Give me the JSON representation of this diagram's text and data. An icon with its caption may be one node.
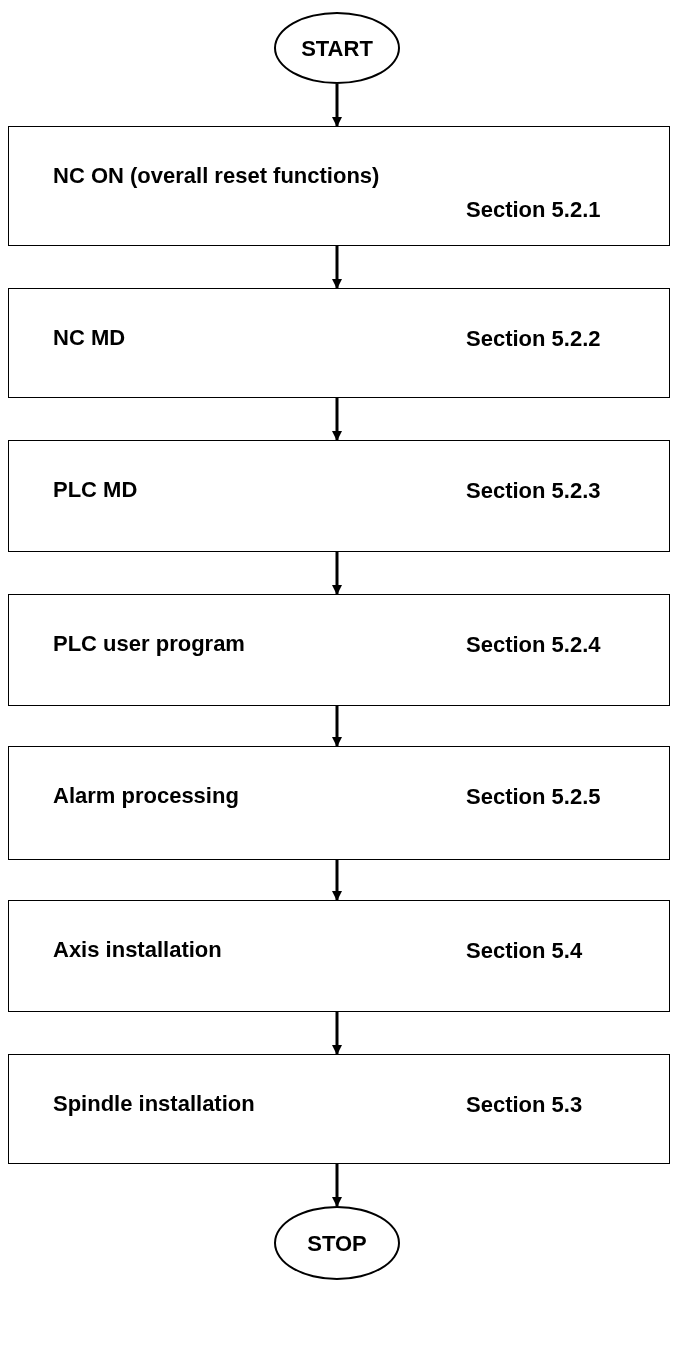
{
  "diagram": {
    "nodes": [
      {
        "text": [
          "START"
        ]
      },
      {
        "text": [
          "NC ON (overall reset functions)",
          "Section 5.2.1"
        ]
      },
      {
        "text": [
          "NC MD",
          "Section 5.2.2"
        ]
      },
      {
        "text": [
          "PLC MD",
          "Section 5.2.3"
        ]
      },
      {
        "text": [
          "PLC user program",
          "Section 5.2.4"
        ]
      },
      {
        "text": [
          "Alarm processing",
          "Section 5.2.5"
        ]
      },
      {
        "text": [
          "Axis installation",
          "Section 5.4"
        ]
      },
      {
        "text": [
          "Spindle installation",
          "Section 5.3"
        ]
      },
      {
        "text": [
          "STOP"
        ]
      }
    ],
    "edges": [
      {
        "from": 0,
        "to": 1,
        "arrow": "to"
      },
      {
        "from": 1,
        "to": 2,
        "arrow": "to"
      },
      {
        "from": 2,
        "to": 3,
        "arrow": "to"
      },
      {
        "from": 3,
        "to": 4,
        "arrow": "to"
      },
      {
        "from": 4,
        "to": 5,
        "arrow": "to"
      },
      {
        "from": 5,
        "to": 6,
        "arrow": "to"
      },
      {
        "from": 6,
        "to": 7,
        "arrow": "to"
      },
      {
        "from": 7,
        "to": 8,
        "arrow": "to"
      }
    ]
  }
}
